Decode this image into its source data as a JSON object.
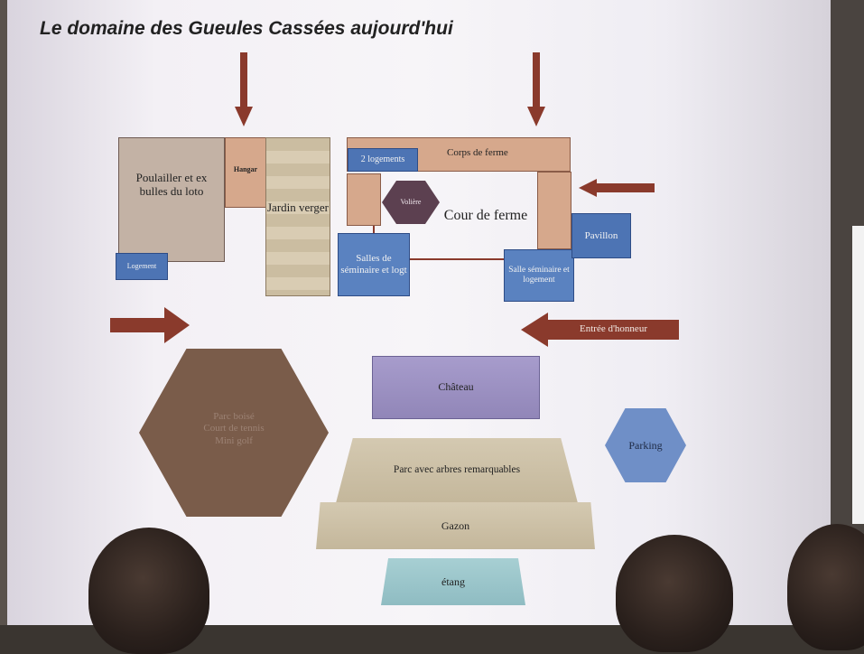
{
  "title": "Le domaine des Gueules Cassées aujourd'hui",
  "labels": {
    "poulailler": "Poulailler et ex bulles du loto",
    "logement": "Logement",
    "hangar": "Hangar",
    "jardin": "Jardin verger",
    "corps_ferme": "Corps de ferme",
    "deux_logements": "2 logements",
    "voliere": "Volière",
    "cour_ferme": "Cour de ferme",
    "salles_seminaire": "Salles de séminaire et logt",
    "salle_seminaire_logement": "Salle séminaire et logement",
    "pavillon": "Pavillon",
    "entree_honneur": "Entrée d'honneur",
    "chateau": "Château",
    "parc_boise": "Parc boisé\nCourt de tennis\nMini golf",
    "parking": "Parking",
    "parc_arbres": "Parc avec arbres remarquables",
    "gazon": "Gazon",
    "etang": "étang"
  },
  "colors": {
    "arrow": "#8a3a2c",
    "blue_box": "#4d74b4",
    "hexagon_brown": "#7a5c4a",
    "voliere": "#5c4050"
  }
}
